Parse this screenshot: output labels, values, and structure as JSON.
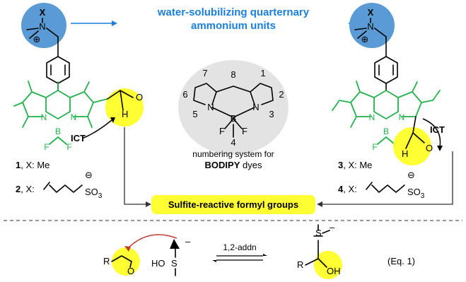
{
  "header": {
    "title_line1": "water-solubilizing quarternary",
    "title_line2": "ammonium units"
  },
  "colors": {
    "ammonium_circle": "#5b9bd5",
    "formyl_highlight": "#ffff33",
    "bodipy_core": "#22b14c",
    "title_blue": "#1a7fdc",
    "arrow_red": "#c0392b",
    "numbering_bg": "#e3e3e3",
    "ammonium_circle_label": "X"
  },
  "left_molecule": {
    "ammonium": {
      "x_label": "X",
      "n_label": "N",
      "charge": "⊕"
    },
    "ict_label": "ICT",
    "b_label": "B",
    "f_label": "F",
    "n_label": "N",
    "h_label": "H",
    "o_label": "O",
    "compound_1": {
      "number": "1",
      "text": ", X: Me"
    },
    "compound_2": {
      "number": "2",
      "text": ", X:",
      "so3": "SO",
      "so3_sub": "3",
      "minus": "⊖"
    }
  },
  "right_molecule": {
    "ammonium": {
      "x_label": "X",
      "n_label": "N",
      "charge": "⊕"
    },
    "ict_label": "ICT",
    "b_label": "B",
    "f_label": "F",
    "n_label": "N",
    "h_label": "H",
    "o_label": "O",
    "compound_3": {
      "number": "3",
      "text": ", X: Me"
    },
    "compound_4": {
      "number": "4",
      "text": ", X:",
      "so3": "SO",
      "so3_sub": "3",
      "minus": "⊖"
    }
  },
  "numbering": {
    "positions": [
      "1",
      "2",
      "3",
      "4",
      "5",
      "6",
      "7",
      "8"
    ],
    "n_label": "N",
    "b_label": "B",
    "f_label": "F",
    "caption_line1": "numbering system for",
    "caption_line2": "BODIPY",
    "caption_line2b": " dyes"
  },
  "sulfite_box": {
    "label": "Sulfite-reactive formyl groups"
  },
  "equation": {
    "r_label": "R",
    "o_label": "O",
    "ho_label": "HO",
    "s_label": "S",
    "minus": "–",
    "arrow_label": "1,2-addn",
    "product_r": "R",
    "product_oh": "OH",
    "eq_label": "(Eq. 1)"
  }
}
